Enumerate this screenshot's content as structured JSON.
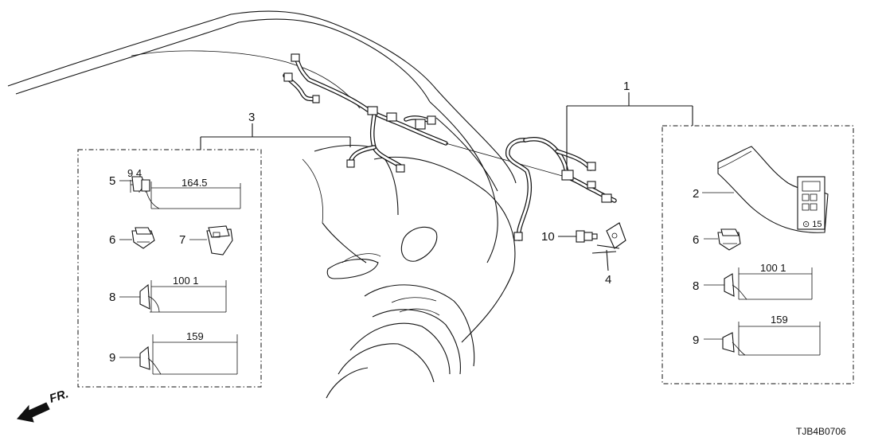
{
  "diagram": {
    "callouts": {
      "c1": "1",
      "c2": "2",
      "c3": "3",
      "c4": "4",
      "c5": "5",
      "c6_left": "6",
      "c6_right": "6",
      "c7": "7",
      "c8_left": "8",
      "c8_right": "8",
      "c9_left": "9",
      "c9_right": "9",
      "c10": "10"
    },
    "dimensions": {
      "clip5_small": "9 4",
      "clip5_long": "164.5",
      "clip8_left": "100 1",
      "clip9_left": "159",
      "clip8_right": "100 1",
      "clip9_right": "159"
    },
    "connector_code": "⊙ 15",
    "direction_label": "FR.",
    "drawing_code": "TJB4B0706"
  }
}
